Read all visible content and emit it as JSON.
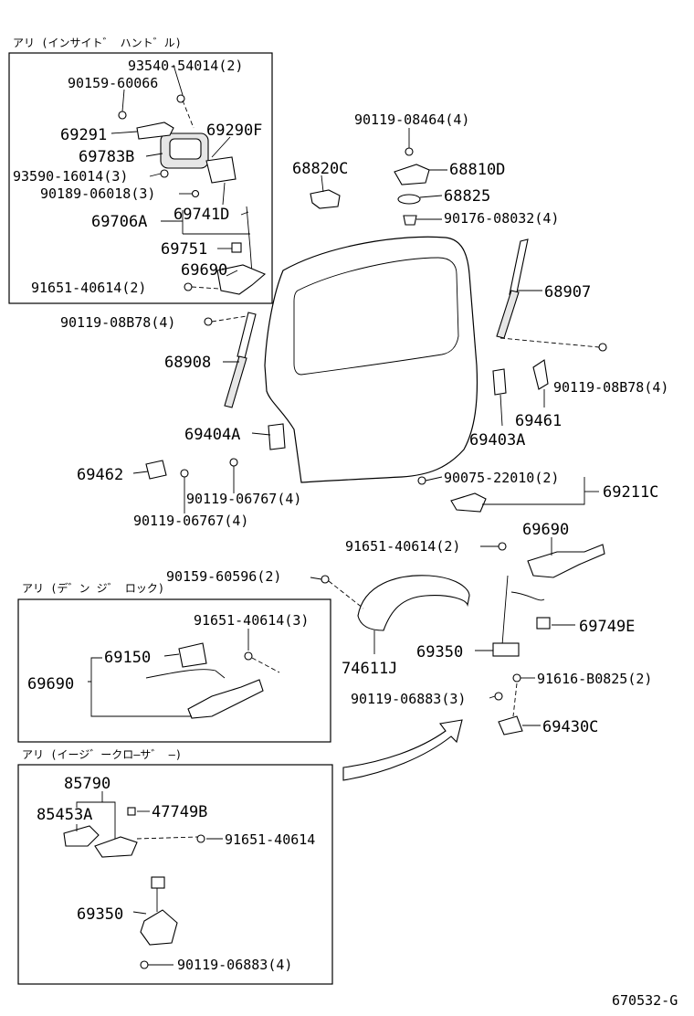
{
  "sections": {
    "inside_handle": "アリ (インサイト゛ ハント゛ル)",
    "dead_lock": "アリ (デ゛ン ジ゛ ロック)",
    "easy_closer": "アリ (イージ゛ークロ―サ゛ ―)"
  },
  "parts": {
    "p93540_54014": "93540-54014(2)",
    "p90159_60066": "90159-60066",
    "p69291": "69291",
    "p69290F": "69290F",
    "p69783B": "69783B",
    "p93590_16014": "93590-16014(3)",
    "p90189_06018": "90189-06018(3)",
    "p69706A": "69706A",
    "p69741D": "69741D",
    "p69751": "69751",
    "p69690_top": "69690",
    "p91651_40614_2_top": "91651-40614(2)",
    "p90119_08464": "90119-08464(4)",
    "p68820C": "68820C",
    "p68810D": "68810D",
    "p68825": "68825",
    "p90176_08032": "90176-08032(4)",
    "p90119_08B78_left": "90119-08B78(4)",
    "p68907": "68907",
    "p68908": "68908",
    "p90119_08B78_right": "90119-08B78(4)",
    "p69461": "69461",
    "p69404A": "69404A",
    "p69403A": "69403A",
    "p69462": "69462",
    "p90119_06767_a": "90119-06767(4)",
    "p90119_06767_b": "90119-06767(4)",
    "p90075_22010": "90075-22010(2)",
    "p69211C": "69211C",
    "p69690_mid": "69690",
    "p91651_40614_2_mid": "91651-40614(2)",
    "p90159_60596": "90159-60596(2)",
    "p91651_40614_3": "91651-40614(3)",
    "p69150": "69150",
    "p69690_dead": "69690",
    "p69749E": "69749E",
    "p74611J": "74611J",
    "p69350_mid": "69350",
    "p91616_B0825": "91616-B0825(2)",
    "p90119_06883_3": "90119-06883(3)",
    "p69430C": "69430C",
    "p85790": "85790",
    "p85453A": "85453A",
    "p47749B": "47749B",
    "p91651_40614_closer": "91651-40614",
    "p69350_closer": "69350",
    "p90119_06883_4": "90119-06883(4)"
  },
  "figure_code": "670532-G"
}
